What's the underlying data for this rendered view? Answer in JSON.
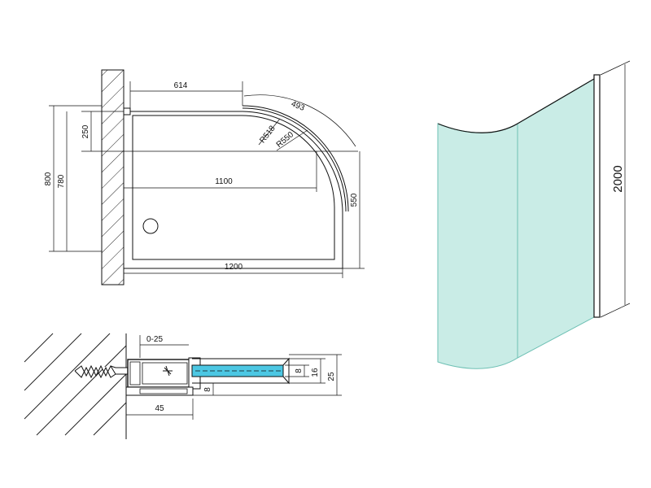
{
  "plan": {
    "dim_614": "614",
    "dim_493": "493",
    "dim_250": "250",
    "dim_800": "800",
    "dim_780": "780",
    "dim_r518": "R518",
    "dim_r550": "R550",
    "dim_1100": "1100",
    "dim_550": "550",
    "dim_1200": "1200"
  },
  "detail": {
    "dim_range": "0-25",
    "dim_8_glass": "8",
    "dim_16": "16",
    "dim_25": "25",
    "dim_8_bottom": "8",
    "dim_45": "45"
  },
  "elevation": {
    "dim_height": "2000"
  },
  "colors": {
    "line": "#111111",
    "glass": "#c9ece6",
    "glass_edge": "#6ec0b4",
    "glass_section": "#4cc7e3",
    "hatch": "#222222",
    "wall_fill": "#ffffff"
  }
}
